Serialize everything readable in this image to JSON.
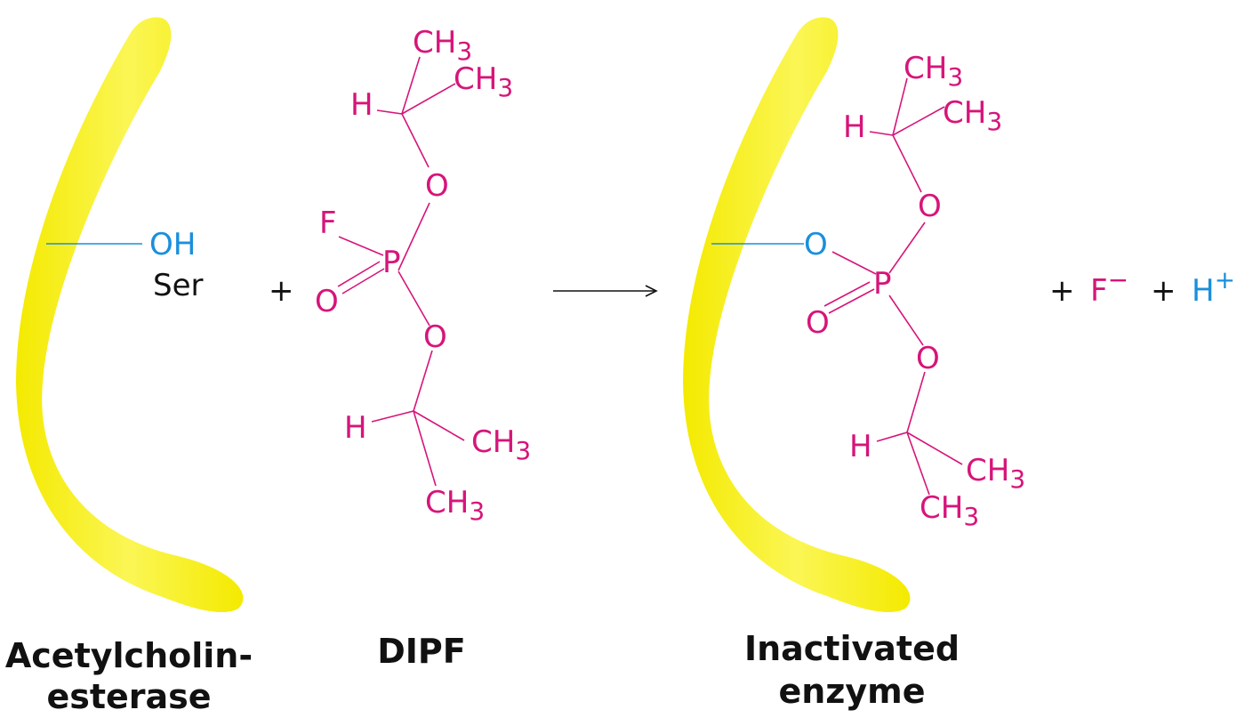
{
  "labels": {
    "oh": "OH",
    "ser": "Ser",
    "plus": "+",
    "f": "F",
    "p": "P",
    "o": "O",
    "h": "H",
    "ch": "CH",
    "sub3": "3",
    "f_ion": "F",
    "minus": "−",
    "h_ion": "H",
    "plus_sup": "+"
  },
  "captions": {
    "enzyme_line1": "Acetylcholin-",
    "enzyme_line2": "esterase",
    "dipf": "DIPF",
    "inactivated_line1": "Inactivated",
    "inactivated_line2": "enzyme"
  },
  "colors": {
    "enzyme": "#f7f018",
    "molecule": "#d6157a",
    "serine": "#1a8fdc",
    "text": "#111111"
  }
}
